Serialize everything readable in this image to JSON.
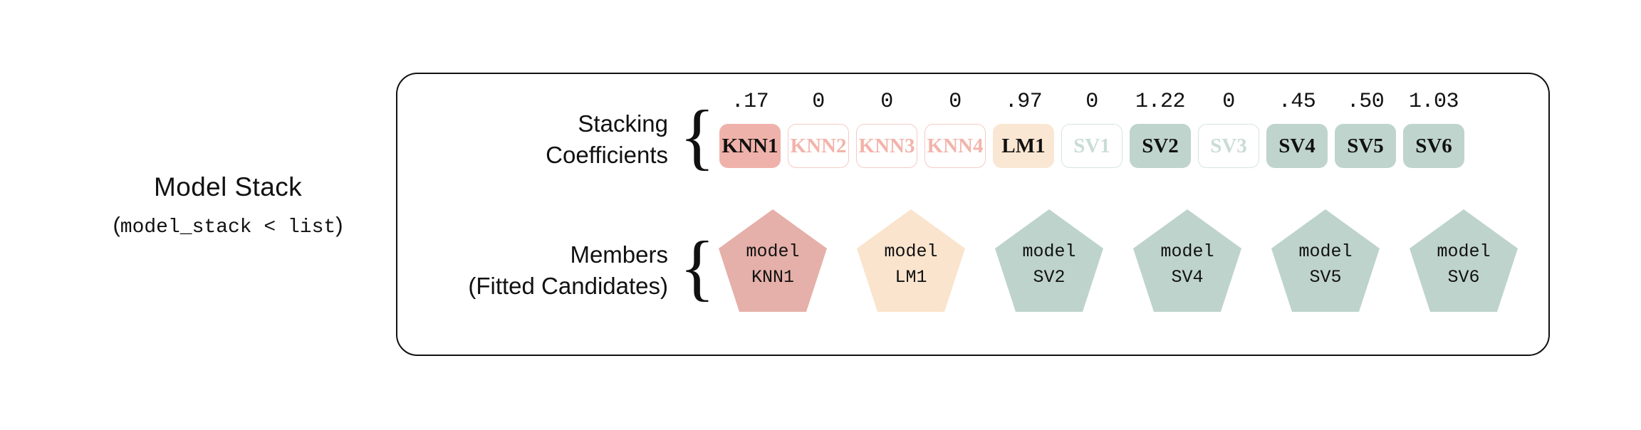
{
  "left_caption": {
    "title": "Model Stack",
    "subtitle_open": "(",
    "subtitle_code": "model_stack < list",
    "subtitle_close": ")"
  },
  "rows": {
    "coefficients": {
      "label_line1": "Stacking",
      "label_line2": "Coefficients",
      "brace": "{"
    },
    "members": {
      "label_line1": "Members",
      "label_line2": "(Fitted Candidates)",
      "brace": "{"
    }
  },
  "colors": {
    "active_red": "#efb2aa",
    "faded_red_text": "#f2b4ab",
    "faded_red_border": "#f6cbc4",
    "active_tan": "#fae7d3",
    "active_green": "#bfd4cd",
    "faded_green_text": "#c9dcd5",
    "faded_green_border": "#d6e5df",
    "box_border": "#111111",
    "text": "#111111",
    "background": "#ffffff"
  },
  "coefficients": [
    {
      "name": "KNN1",
      "value": ".17",
      "state": "active",
      "style": "active-red"
    },
    {
      "name": "KNN2",
      "value": "0",
      "state": "zero",
      "style": "faded-red"
    },
    {
      "name": "KNN3",
      "value": "0",
      "state": "zero",
      "style": "faded-red"
    },
    {
      "name": "KNN4",
      "value": "0",
      "state": "zero",
      "style": "faded-red"
    },
    {
      "name": "LM1",
      "value": ".97",
      "state": "active",
      "style": "active-tan"
    },
    {
      "name": "SV1",
      "value": "0",
      "state": "zero",
      "style": "faded-green"
    },
    {
      "name": "SV2",
      "value": "1.22",
      "state": "active",
      "style": "active-green"
    },
    {
      "name": "SV3",
      "value": "0",
      "state": "zero",
      "style": "faded-green"
    },
    {
      "name": "SV4",
      "value": ".45",
      "state": "active",
      "style": "active-green"
    },
    {
      "name": "SV5",
      "value": ".50",
      "state": "active",
      "style": "active-green"
    },
    {
      "name": "SV6",
      "value": "1.03",
      "state": "active",
      "style": "active-green"
    }
  ],
  "members": [
    {
      "line1": "model",
      "line2": "KNN1",
      "fill": "#e5b0a9"
    },
    {
      "line1": "model",
      "line2": "LM1",
      "fill": "#fae4cd"
    },
    {
      "line1": "model",
      "line2": "SV2",
      "fill": "#bed3cc"
    },
    {
      "line1": "model",
      "line2": "SV4",
      "fill": "#bed3cc"
    },
    {
      "line1": "model",
      "line2": "SV5",
      "fill": "#bed3cc"
    },
    {
      "line1": "model",
      "line2": "SV6",
      "fill": "#bed3cc"
    }
  ]
}
